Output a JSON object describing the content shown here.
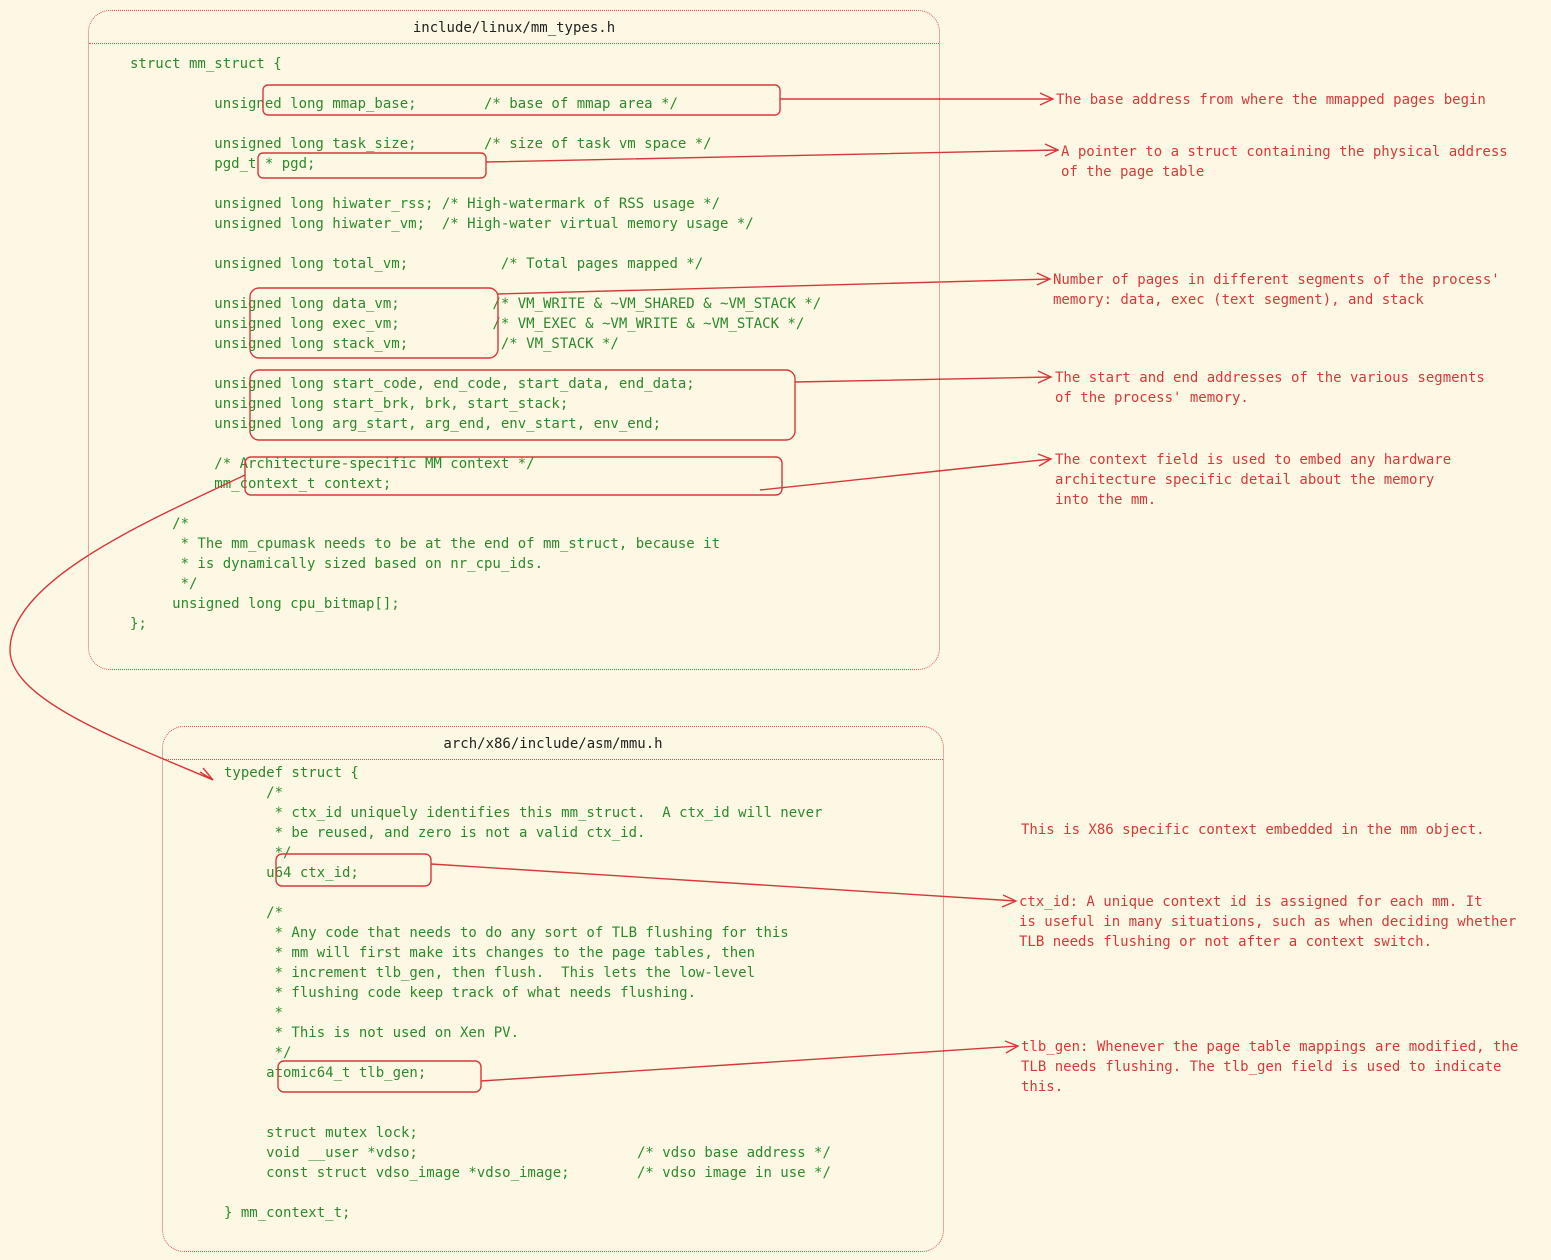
{
  "panels": [
    {
      "title": "include/linux/mm_types.h",
      "lines": [
        "struct mm_struct {",
        "",
        "          unsigned long mmap_base;        /* base of mmap area */",
        "",
        "          unsigned long task_size;        /* size of task vm space */",
        "          pgd_t * pgd;",
        "",
        "          unsigned long hiwater_rss; /* High-watermark of RSS usage */",
        "          unsigned long hiwater_vm;  /* High-water virtual memory usage */",
        "",
        "          unsigned long total_vm;           /* Total pages mapped */",
        "",
        "          unsigned long data_vm;           /* VM_WRITE & ~VM_SHARED & ~VM_STACK */",
        "          unsigned long exec_vm;           /* VM_EXEC & ~VM_WRITE & ~VM_STACK */",
        "          unsigned long stack_vm;           /* VM_STACK */",
        "",
        "          unsigned long start_code, end_code, start_data, end_data;",
        "          unsigned long start_brk, brk, start_stack;",
        "          unsigned long arg_start, arg_end, env_start, env_end;",
        "",
        "          /* Architecture-specific MM context */",
        "          mm_context_t context;",
        "",
        "     /*",
        "      * The mm_cpumask needs to be at the end of mm_struct, because it",
        "      * is dynamically sized based on nr_cpu_ids.",
        "      */",
        "     unsigned long cpu_bitmap[];",
        "};"
      ]
    },
    {
      "title": "arch/x86/include/asm/mmu.h",
      "lines": [
        "typedef struct {",
        "     /*",
        "      * ctx_id uniquely identifies this mm_struct.  A ctx_id will never",
        "      * be reused, and zero is not a valid ctx_id.",
        "      */",
        "     u64 ctx_id;",
        "",
        "     /*",
        "      * Any code that needs to do any sort of TLB flushing for this",
        "      * mm will first make its changes to the page tables, then",
        "      * increment tlb_gen, then flush.  This lets the low-level",
        "      * flushing code keep track of what needs flushing.",
        "      *",
        "      * This is not used on Xen PV.",
        "      */",
        "     atomic64_t tlb_gen;",
        "",
        "",
        "     struct mutex lock;",
        "     void __user *vdso;                          /* vdso base address */",
        "     const struct vdso_image *vdso_image;        /* vdso image in use */",
        "",
        "} mm_context_t;"
      ]
    }
  ],
  "annotations": [
    "The base address from where the mmapped pages begin",
    "A pointer to a struct containing the physical address\nof the page table",
    "Number of pages in different segments of the process'\nmemory: data, exec (text segment), and stack",
    "The start and end addresses of the various segments\nof the process' memory.",
    "The context field is used to embed any hardware\narchitecture specific detail about the memory\ninto the mm.",
    "This is X86 specific context embedded in the mm object.",
    "ctx_id: A unique context id is assigned for each mm. It\nis useful in many situations, such as when deciding whether\nTLB needs flushing or not after a context switch.",
    "tlb_gen: Whenever the page table mappings are modified, the\nTLB needs flushing. The tlb_gen field is used to indicate\nthis."
  ],
  "colors": {
    "background": "#fcf8e3",
    "code": "#2c8a2c",
    "annotation": "#d9383a",
    "header_text": "#222222"
  }
}
